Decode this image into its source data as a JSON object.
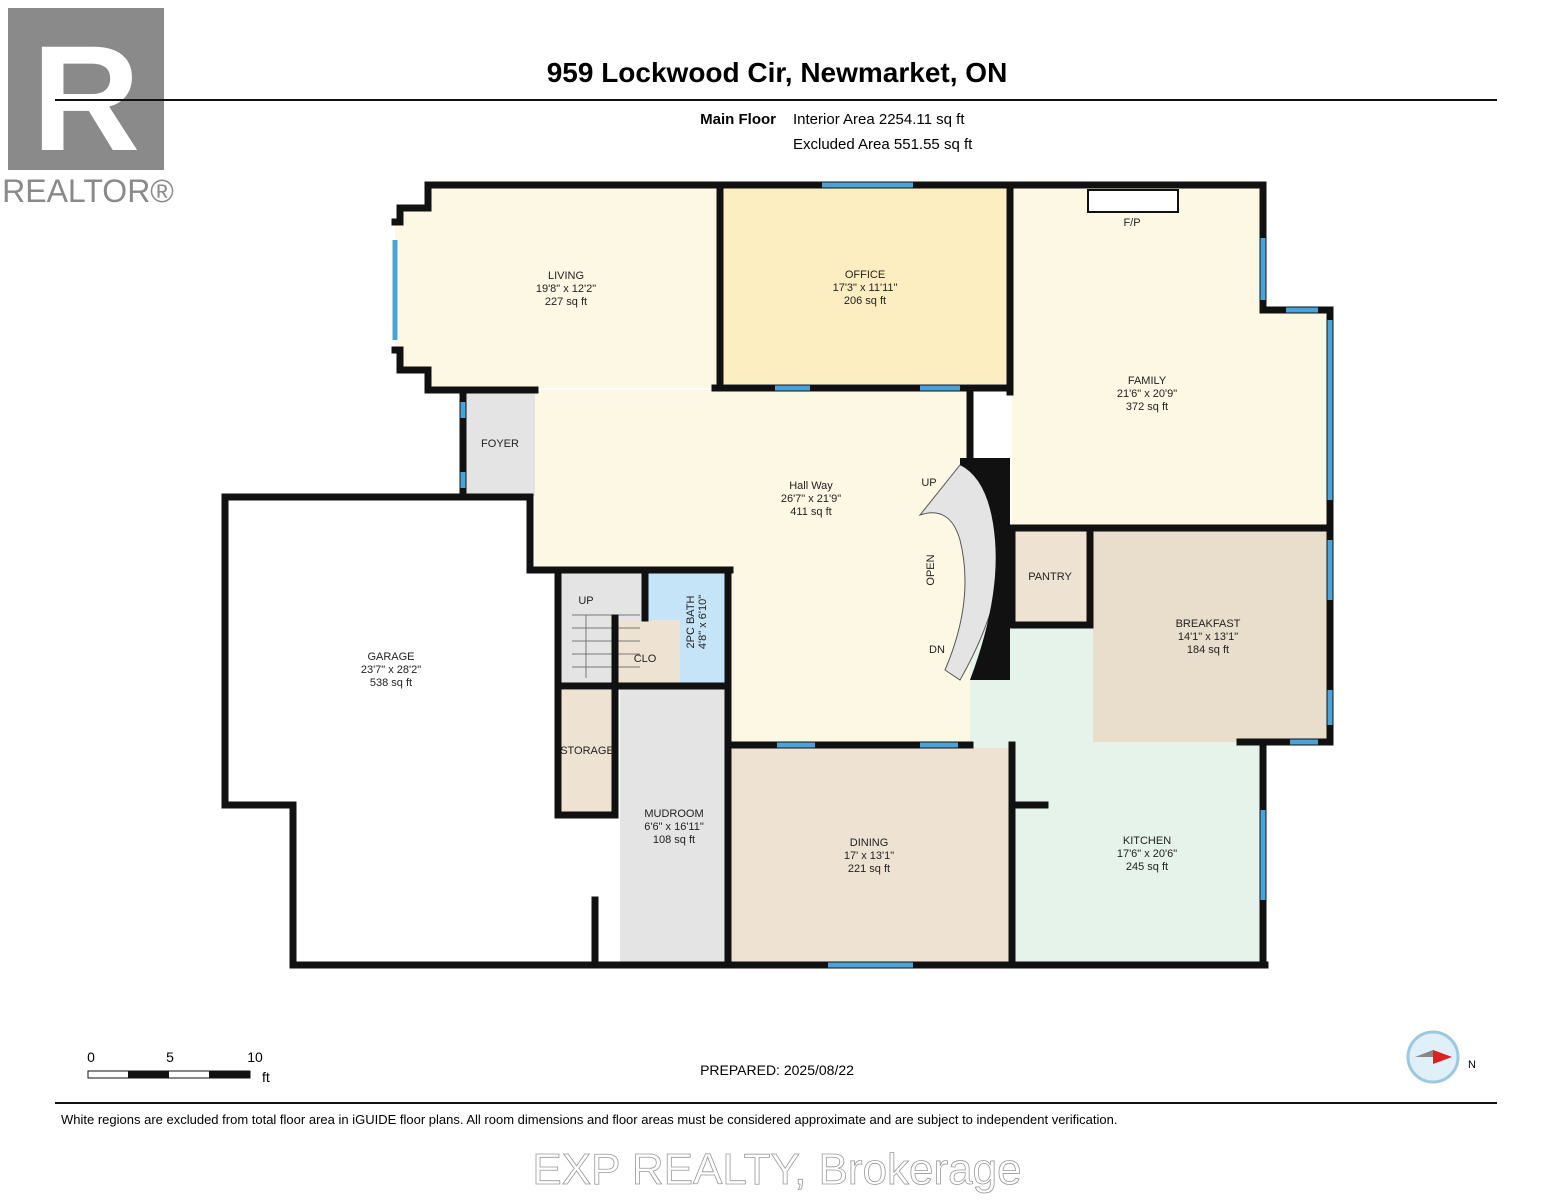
{
  "header": {
    "title": "959 Lockwood Cir, Newmarket, ON",
    "floor_name": "Main Floor",
    "interior_area": "Interior Area 2254.11 sq ft",
    "excluded_area": "Excluded Area 551.55 sq ft"
  },
  "logo": {
    "text": "REALTOR®",
    "letter": "R"
  },
  "rooms": {
    "living": {
      "name": "LIVING",
      "dims": "19'8\" x 12'2\"",
      "area": "227 sq ft"
    },
    "office": {
      "name": "OFFICE",
      "dims": "17'3\" x 11'11\"",
      "area": "206 sq ft"
    },
    "family": {
      "name": "FAMILY",
      "dims": "21'6\" x 20'9\"",
      "area": "372 sq ft"
    },
    "hallway": {
      "name": "Hall Way",
      "dims": "26'7\" x 21'9\"",
      "area": "411 sq ft"
    },
    "foyer": {
      "name": "FOYER"
    },
    "garage": {
      "name": "GARAGE",
      "dims": "23'7\" x 28'2\"",
      "area": "538 sq ft"
    },
    "pantry": {
      "name": "PANTRY"
    },
    "breakfast": {
      "name": "BREAKFAST",
      "dims": "14'1\" x 13'1\"",
      "area": "184 sq ft"
    },
    "bath": {
      "name": "2PC BATH",
      "dims": "4'8\" x 6'10\""
    },
    "clo": {
      "name": "CLO"
    },
    "storage": {
      "name": "STORAGE"
    },
    "mudroom": {
      "name": "MUDROOM",
      "dims": "6'6\" x 16'11\"",
      "area": "108 sq ft"
    },
    "dining": {
      "name": "DINING",
      "dims": "17' x 13'1\"",
      "area": "221 sq ft"
    },
    "kitchen": {
      "name": "KITCHEN",
      "dims": "17'6\" x 20'6\"",
      "area": "245 sq ft"
    }
  },
  "annotations": {
    "fireplace": "F/P",
    "stair_up": "UP",
    "stair_up_side": "UP",
    "stair_down": "DN",
    "open": "OPEN"
  },
  "scale": {
    "ticks": [
      "0",
      "5",
      "10"
    ],
    "unit": "ft"
  },
  "prepared": "PREPARED: 2025/08/22",
  "compass": {
    "direction": "N"
  },
  "footer": {
    "disclaimer": "White regions are excluded from total floor area in iGUIDE floor plans. All room dimensions and floor areas must be considered approximate and are subject to independent verification.",
    "watermark": "EXP REALTY, Brokerage"
  },
  "colors": {
    "living": "#fdf8e4",
    "office": "#fdeec2",
    "wet": "#e4e4e4",
    "bath": "#c6e4f7",
    "tan": "#eee3d3",
    "breakfast": "#e9ddcc",
    "kitchen": "#e6f3ea",
    "window": "#4aa3d8"
  }
}
